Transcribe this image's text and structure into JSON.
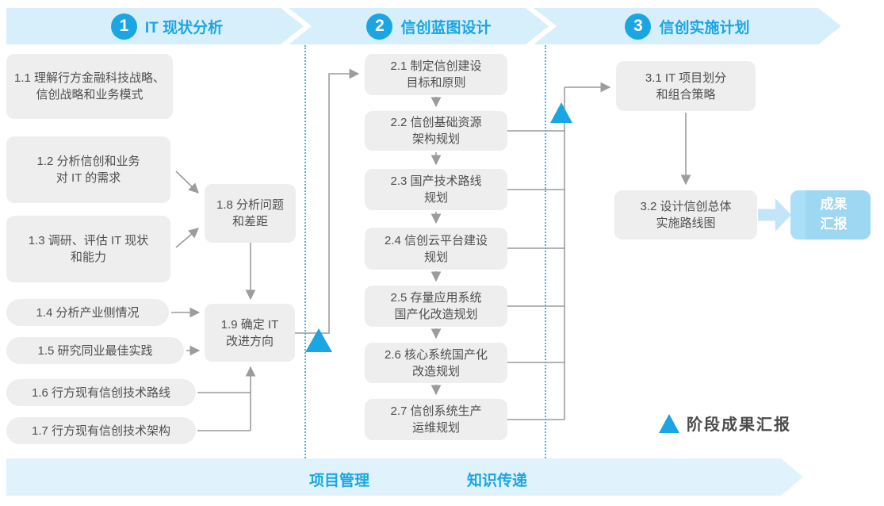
{
  "phases": [
    {
      "number": "1",
      "title": "IT 现状分析"
    },
    {
      "number": "2",
      "title": "信创蓝图设计"
    },
    {
      "number": "3",
      "title": "信创实施计划"
    }
  ],
  "boxes": {
    "b11": "1.1 理解行方金融科技战略、\n信创战略和业务模式",
    "b12": "1.2 分析信创和业务\n对 IT 的需求",
    "b13": "1.3 调研、评估 IT 现状\n和能力",
    "b14": "1.4 分析产业侧情况",
    "b15": "1.5 研究同业最佳实践",
    "b16": "1.6 行方现有信创技术路线",
    "b17": "1.7 行方现有信创技术架构",
    "b18": "1.8 分析问题\n和差距",
    "b19": "1.9 确定 IT\n改进方向",
    "b21": "2.1 制定信创建设\n目标和原则",
    "b22": "2.2 信创基础资源\n架构规划",
    "b23": "2.3 国产技术路线\n规划",
    "b24": "2.4 信创云平台建设\n规划",
    "b25": "2.5 存量应用系统\n国产化改造规划",
    "b26": "2.6 核心系统国产化\n改造规划",
    "b27": "2.7 信创系统生产\n运维规划",
    "b31": "3.1 IT 项目划分\n和组合策略",
    "b32": "3.2 设计信创总体\n实施路线图"
  },
  "outcome": {
    "label": "成果\n汇报"
  },
  "legend": {
    "label": "阶段成果汇报"
  },
  "bottom": {
    "project": "项目管理",
    "knowledge": "知识传递"
  },
  "colors": {
    "accent_blue": "#1BA6E3",
    "band_blue": "#D7EFFB",
    "bottom_band_blue": "#E0F3FC",
    "outcome_fill": "#9DD7F2",
    "box_gray": "#EEEEEE",
    "box_text": "#4F4F4F",
    "connector_gray": "#9C9C9C"
  }
}
